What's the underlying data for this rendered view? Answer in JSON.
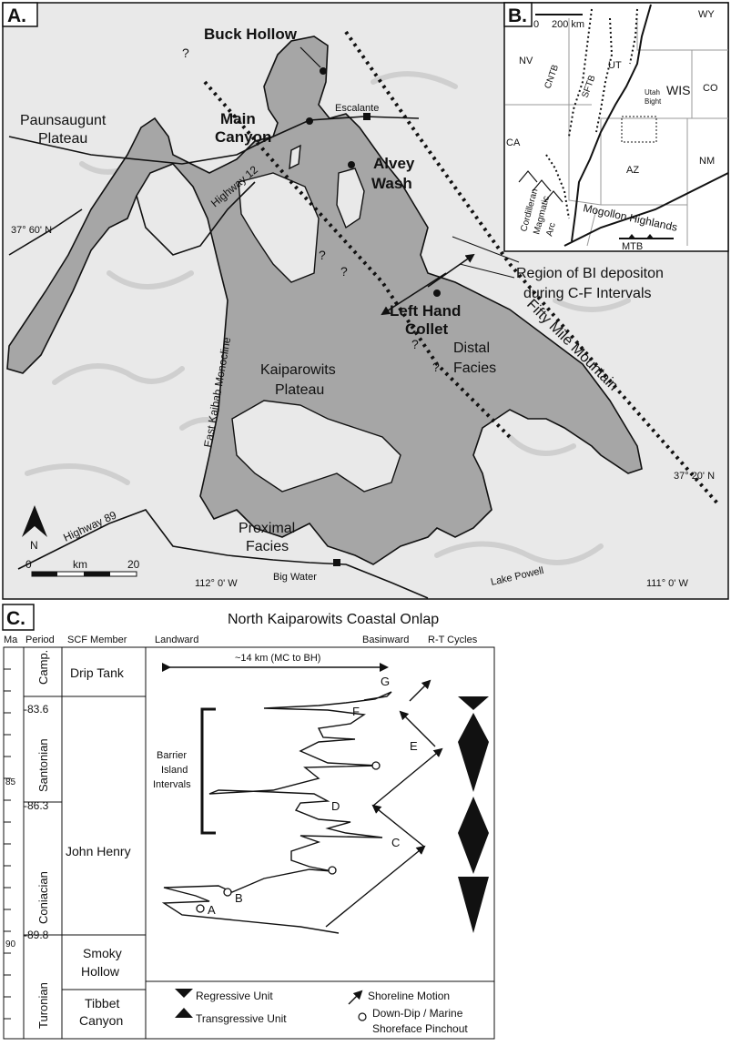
{
  "panelA": {
    "label": "A.",
    "places": {
      "buck_hollow": "Buck Hollow",
      "main_canyon_1": "Main",
      "main_canyon_2": "Canyon",
      "alvey_1": "Alvey",
      "alvey_2": "Wash",
      "left_hand_1": "Left Hand",
      "left_hand_2": "Collet",
      "escalante": "Escalante",
      "big_water": "Big Water",
      "lake_powell": "Lake Powell",
      "paunsaugunt_1": "Paunsaugunt",
      "paunsaugunt_2": "Plateau",
      "kaiparowits_1": "Kaiparowits",
      "kaiparowits_2": "Plateau",
      "distal_1": "Distal",
      "distal_2": "Facies",
      "proximal_1": "Proximal",
      "proximal_2": "Facies",
      "highway12": "Highway 12",
      "highway89": "Highway 89",
      "monocline": "East Kaibab Monocline",
      "fifty_mile": "Fifty Mile Mountain",
      "region_1": "Region of BI depositon",
      "region_2": "during C-F Intervals"
    },
    "coords": {
      "lat1": "37° 60' N",
      "lat2": "37° 20' N",
      "lon1": "112° 0' W",
      "lon2": "111° 0' W"
    },
    "question_mark": "?",
    "north": "N",
    "scale": {
      "zero": "0",
      "unit": "km",
      "max": "20"
    }
  },
  "panelB": {
    "label": "B.",
    "scale": {
      "zero": "0",
      "max": "200 km"
    },
    "states": {
      "wy": "WY",
      "nv": "NV",
      "ut": "UT",
      "co": "CO",
      "ca": "CA",
      "az": "AZ",
      "nm": "NM"
    },
    "features": {
      "cntb": "CNTB",
      "sftb": "SFTB",
      "wis": "WIS",
      "utah_bight_1": "Utah",
      "utah_bight_2": "Bight",
      "cord_1": "Cordilleran",
      "cord_2": "Magmatic",
      "cord_3": "Arc",
      "mogollon": "Mogollon Highlands",
      "mtb": "MTB"
    }
  },
  "panelC": {
    "label": "C.",
    "title": "North Kaiparowits Coastal Onlap",
    "headers": {
      "ma": "Ma",
      "period": "Period",
      "member": "SCF Member",
      "landward": "Landward",
      "basinward": "Basinward",
      "rt": "R-T Cycles"
    },
    "ma_ticks": [
      "85",
      "90"
    ],
    "boundaries": [
      "-83.6",
      "-86.3",
      "-89.8"
    ],
    "periods": [
      "Camp.",
      "Santonian",
      "Coniacian",
      "Turonian"
    ],
    "members": {
      "drip_tank": "Drip Tank",
      "john_henry": "John Henry",
      "smoky_1": "Smoky",
      "smoky_2": "Hollow",
      "tibbet_1": "Tibbet",
      "tibbet_2": "Canyon"
    },
    "span_label": "~14 km (MC to BH)",
    "bi_1": "Barrier",
    "bi_2": "Island",
    "bi_3": "Intervals",
    "letters": [
      "A",
      "B",
      "C",
      "D",
      "E",
      "F",
      "G"
    ],
    "legend": {
      "regressive": "Regressive Unit",
      "transgressive": "Transgressive Unit",
      "shoreline": "Shoreline Motion",
      "pinch_1": "Down-Dip / Marine",
      "pinch_2": "Shoreface Pinchout"
    }
  }
}
